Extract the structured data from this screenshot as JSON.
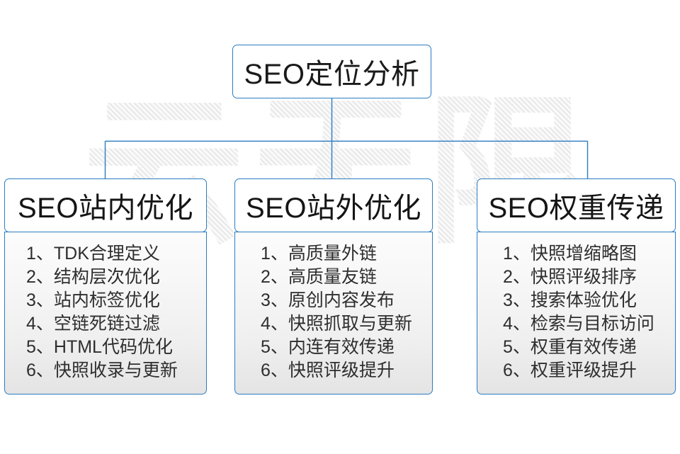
{
  "watermark": {
    "text": "云无限"
  },
  "root": {
    "label": "SEO定位分析"
  },
  "columns": [
    {
      "header": "SEO站内优化",
      "items": [
        "1、TDK合理定义",
        "2、结构层次优化",
        "3、站内标签优化",
        "4、空链死链过滤",
        "5、HTML代码优化",
        "6、快照收录与更新"
      ]
    },
    {
      "header": "SEO站外优化",
      "items": [
        "1、高质量外链",
        "2、高质量友链",
        "3、原创内容发布",
        "4、快照抓取与更新",
        "5、内连有效传递",
        "6、快照评级提升"
      ]
    },
    {
      "header": "SEO权重传递",
      "items": [
        "1、快照增缩略图",
        "2、快照评级排序",
        "3、搜索体验优化",
        "4、检索与目标访问",
        "5、权重有效传递",
        "6、权重评级提升"
      ]
    }
  ],
  "colors": {
    "border": "#2b7cc2",
    "connector": "#2b7cc2",
    "text": "#1a1a1a",
    "body_text": "#2e2e2e",
    "background": "#ffffff",
    "watermark": "#eeeeee"
  }
}
